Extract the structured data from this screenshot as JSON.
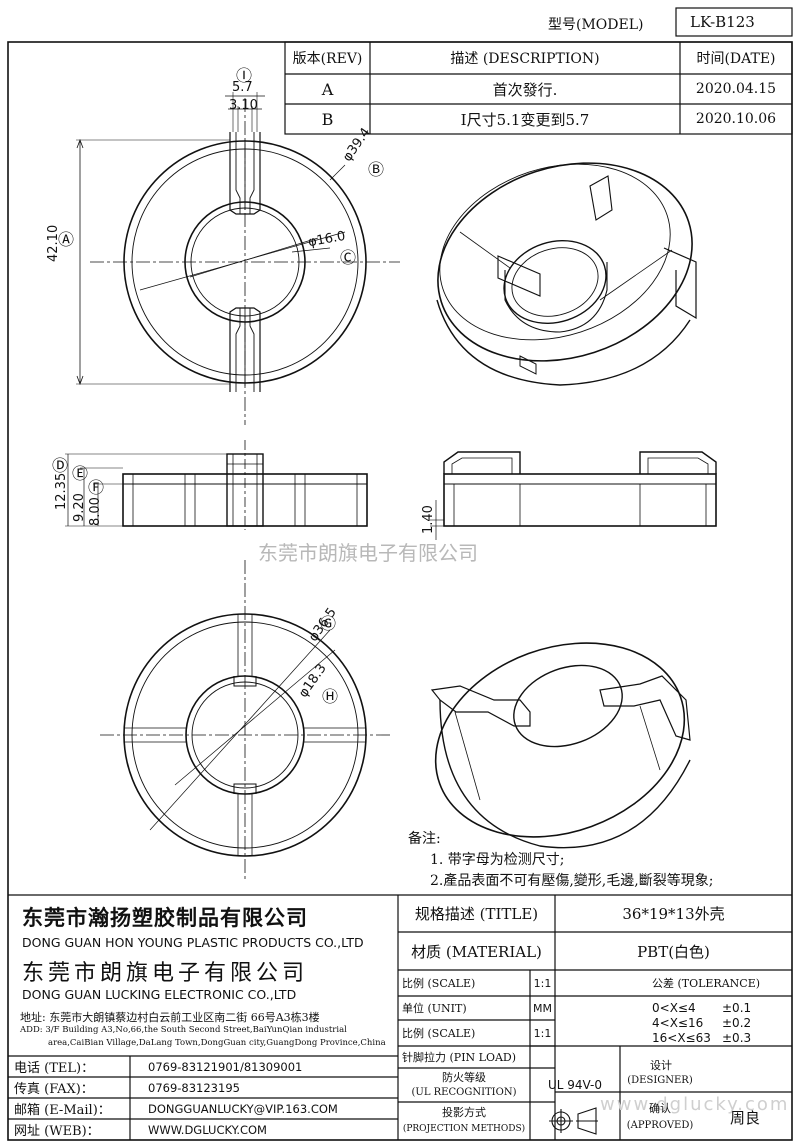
{
  "model": {
    "label": "型号(MODEL)",
    "value": "LK-B123"
  },
  "revision_table": {
    "headers": {
      "rev": "版本(REV)",
      "desc": "描述 (DESCRIPTION)",
      "date": "时间(DATE)"
    },
    "rows": [
      {
        "rev": "A",
        "desc": "首次發行.",
        "date": "2020.04.15"
      },
      {
        "rev": "B",
        "desc": "I尺寸5.1变更到5.7",
        "date": "2020.10.06"
      }
    ]
  },
  "dimensions": {
    "i_outer": "5.7",
    "i_inner": "3.10",
    "i_mark": "Ⓘ",
    "a_value": "42.10",
    "a_mark": "Ⓐ",
    "b_value": "φ39.4",
    "b_mark": "Ⓑ",
    "c_value": "φ16.0",
    "c_mark": "Ⓒ",
    "d_value": "12.35",
    "d_mark": "Ⓓ",
    "e_value": "9.20",
    "e_mark": "Ⓔ",
    "f_value": "8.00",
    "f_mark": "Ⓕ",
    "side_value": "1.40",
    "g_value": "φ36.5",
    "g_mark": "Ⓖ",
    "h_value": "φ18.3",
    "h_mark": "Ⓗ"
  },
  "watermark_center": "东莞市朗旗电子有限公司",
  "watermark_bottom": "www.dglucky.com",
  "notes": {
    "title": "备注:",
    "items": [
      "1. 带字母为检测尺寸;",
      "2.產品表面不可有壓傷,變形,毛邊,斷裂等現象;"
    ]
  },
  "company": {
    "name1_cn": "东莞市瀚扬塑胶制品有限公司",
    "name1_en": "DONG GUAN HON YOUNG PLASTIC PRODUCTS CO.,LTD",
    "name2_cn": "东莞市朗旗电子有限公司",
    "name2_en": "DONG GUAN LUCKING ELECTRONIC CO.,LTD",
    "address_cn": "地址: 东莞市大朗镇蔡边村白云前工业区南二街 66号A3栋3楼",
    "address_en1": "ADD: 3/F Building A3,No,66,the South Second Street,BaiYunQian industrial",
    "address_en2": "area,CaiBian Village,DaLang Town,DongGuan city,GuangDong Province,China"
  },
  "contacts": [
    {
      "label": "电话 (TEL)：",
      "value": "0769-83121901/81309001"
    },
    {
      "label": "传真 (FAX)：",
      "value": "0769-83123195"
    },
    {
      "label": "邮箱 (E-Mail)：",
      "value": "DONGGUANLUCKY@VIP.163.COM"
    },
    {
      "label": "网址 (WEB)：",
      "value": "WWW.DGLUCKY.COM"
    }
  ],
  "spec": {
    "title_label": "规格描述 (TITLE)",
    "title_value": "36*19*13外壳",
    "material_label": "材质 (MATERIAL)",
    "material_value": "PBT(白色)",
    "scale_label": "比例 (SCALE)",
    "scale_value": "1:1",
    "unit_label": "单位 (UNIT)",
    "unit_value": "MM",
    "scale2_label": "比例 (SCALE)",
    "scale2_value": "1:1",
    "pin_label": "针脚拉力 (PIN LOAD)",
    "ul_label1": "防火等级",
    "ul_label2": "(UL RECOGNITION)",
    "ul_value": "UL 94V-0",
    "proj_label1": "投影方式",
    "proj_label2": "(PROJECTION METHODS)",
    "tol_label": "公差 (TOLERANCE)",
    "tol_rows": [
      {
        "range": "0<X≤4",
        "value": "±0.1"
      },
      {
        "range": "4<X≤16",
        "value": "±0.2"
      },
      {
        "range": "16<X≤63",
        "value": "±0.3"
      }
    ],
    "designer_label1": "设计",
    "designer_label2": "(DESIGNER)",
    "approved_label1": "确认",
    "approved_label2": "(APPROVED)",
    "approved_value": "周良"
  }
}
